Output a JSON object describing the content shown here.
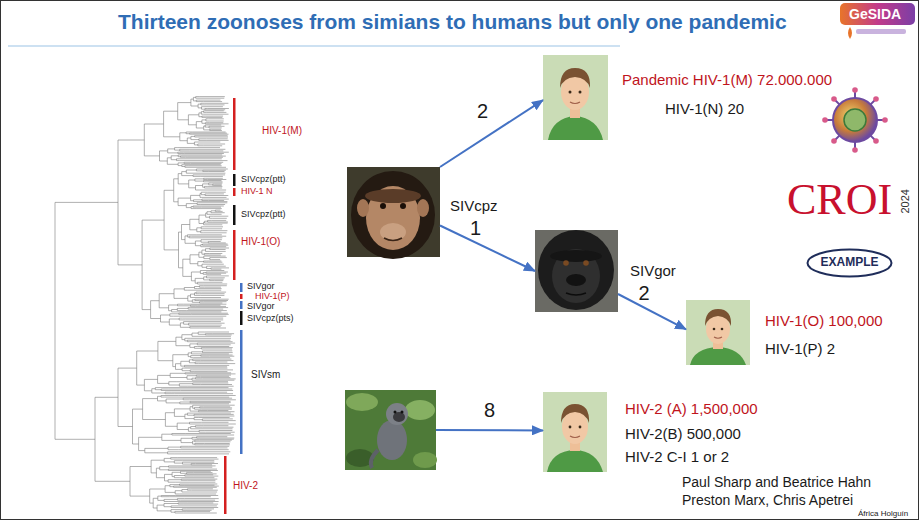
{
  "diagram": {
    "title": "Thirteen zoonoses from simians to humans but only one pandemic",
    "nodes": [
      {
        "text": [
          "SIVcpz"
        ]
      },
      {
        "text": [
          "Pandemic HIV-1(M) 72.000.000",
          "HIV-1(N) 20"
        ]
      },
      {
        "text": [
          "SIVgor"
        ]
      },
      {
        "text": [
          "HIV-1(O) 100,000",
          "HIV-1(P) 2"
        ]
      },
      {
        "text": []
      },
      {
        "text": [
          "HIV-2 (A) 1,500,000",
          "HIV-2(B) 500,000",
          "HIV-2 C-I 1 or 2"
        ]
      },
      {
        "text": [
          "EXAMPLE"
        ]
      }
    ],
    "edges": [
      {
        "from": 0,
        "to": 1,
        "arrow": "to",
        "label": "2"
      },
      {
        "from": 0,
        "to": 2,
        "arrow": "to",
        "label": "1"
      },
      {
        "from": 2,
        "to": 3,
        "arrow": "to",
        "label": "2"
      },
      {
        "from": 4,
        "to": 5,
        "arrow": "to",
        "label": "8"
      }
    ],
    "labels": [
      "HIV-1(M)",
      "SIVcpz(ptt)",
      "HIV-1 N",
      "SIVcpz(ptt)",
      "HIV-1(O)",
      "SIVgor",
      "HIV-1(P)",
      "SIVgor",
      "SIVcpz(pts)",
      "SIVsm",
      "HIV-2",
      "GeSIDA",
      "CROI",
      "2024",
      "Paul Sharp and Beatrice Hahn",
      "Preston Marx, Chris Apetrei",
      "África Holguín"
    ]
  }
}
